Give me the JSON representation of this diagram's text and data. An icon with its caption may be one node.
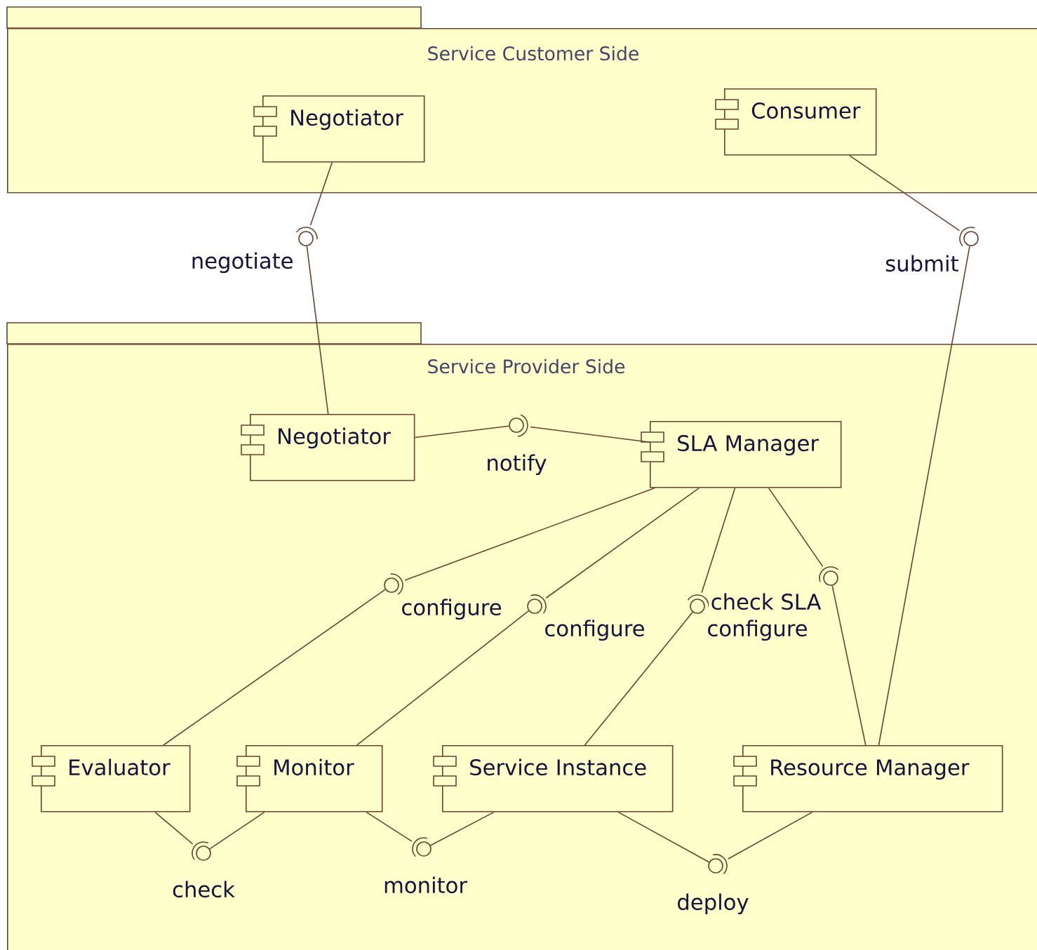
{
  "diagram": {
    "nodes": [
      {
        "text": [
          "Service Customer Side"
        ]
      },
      {
        "text": [
          "Negotiator"
        ],
        "in": 0
      },
      {
        "text": [
          "Consumer"
        ],
        "in": 0
      },
      {
        "text": [
          "negotiate"
        ]
      },
      {
        "text": [
          "submit"
        ]
      },
      {
        "text": [
          "Service Provider Side"
        ]
      },
      {
        "text": [
          "Negotiator"
        ],
        "in": 5
      },
      {
        "text": [
          "SLA Manager"
        ],
        "in": 5
      },
      {
        "text": [
          "notify"
        ],
        "in": 5
      },
      {
        "text": [
          "configure"
        ],
        "in": 5
      },
      {
        "text": [
          "configure"
        ],
        "in": 5
      },
      {
        "text": [
          "configure"
        ],
        "in": 5
      },
      {
        "text": [
          "check SLA"
        ],
        "in": 5
      },
      {
        "text": [
          "Evaluator"
        ],
        "in": 5
      },
      {
        "text": [
          "Monitor"
        ],
        "in": 5
      },
      {
        "text": [
          "Service Instance"
        ],
        "in": 5
      },
      {
        "text": [
          "Resource Manager"
        ],
        "in": 5
      },
      {
        "text": [
          "check"
        ],
        "in": 5
      },
      {
        "text": [
          "monitor"
        ],
        "in": 5
      },
      {
        "text": [
          "deploy"
        ],
        "in": 5
      }
    ],
    "edges": [
      {
        "from": 1,
        "to": 3,
        "arrow": "none"
      },
      {
        "from": 6,
        "to": 3,
        "arrow": "none"
      },
      {
        "from": 2,
        "to": 4,
        "arrow": "none"
      },
      {
        "from": 16,
        "to": 4,
        "arrow": "none"
      },
      {
        "from": 6,
        "to": 8,
        "arrow": "none"
      },
      {
        "from": 7,
        "to": 8,
        "arrow": "none"
      },
      {
        "from": 7,
        "to": 9,
        "arrow": "none"
      },
      {
        "from": 13,
        "to": 9,
        "arrow": "none"
      },
      {
        "from": 7,
        "to": 10,
        "arrow": "none"
      },
      {
        "from": 14,
        "to": 10,
        "arrow": "none"
      },
      {
        "from": 7,
        "to": 11,
        "arrow": "none"
      },
      {
        "from": 15,
        "to": 11,
        "arrow": "none"
      },
      {
        "from": 7,
        "to": 12,
        "arrow": "none"
      },
      {
        "from": 16,
        "to": 12,
        "arrow": "none"
      },
      {
        "from": 13,
        "to": 17,
        "arrow": "none"
      },
      {
        "from": 14,
        "to": 17,
        "arrow": "none"
      },
      {
        "from": 14,
        "to": 18,
        "arrow": "none"
      },
      {
        "from": 15,
        "to": 18,
        "arrow": "none"
      },
      {
        "from": 15,
        "to": 19,
        "arrow": "none"
      },
      {
        "from": 16,
        "to": 19,
        "arrow": "none"
      }
    ]
  }
}
